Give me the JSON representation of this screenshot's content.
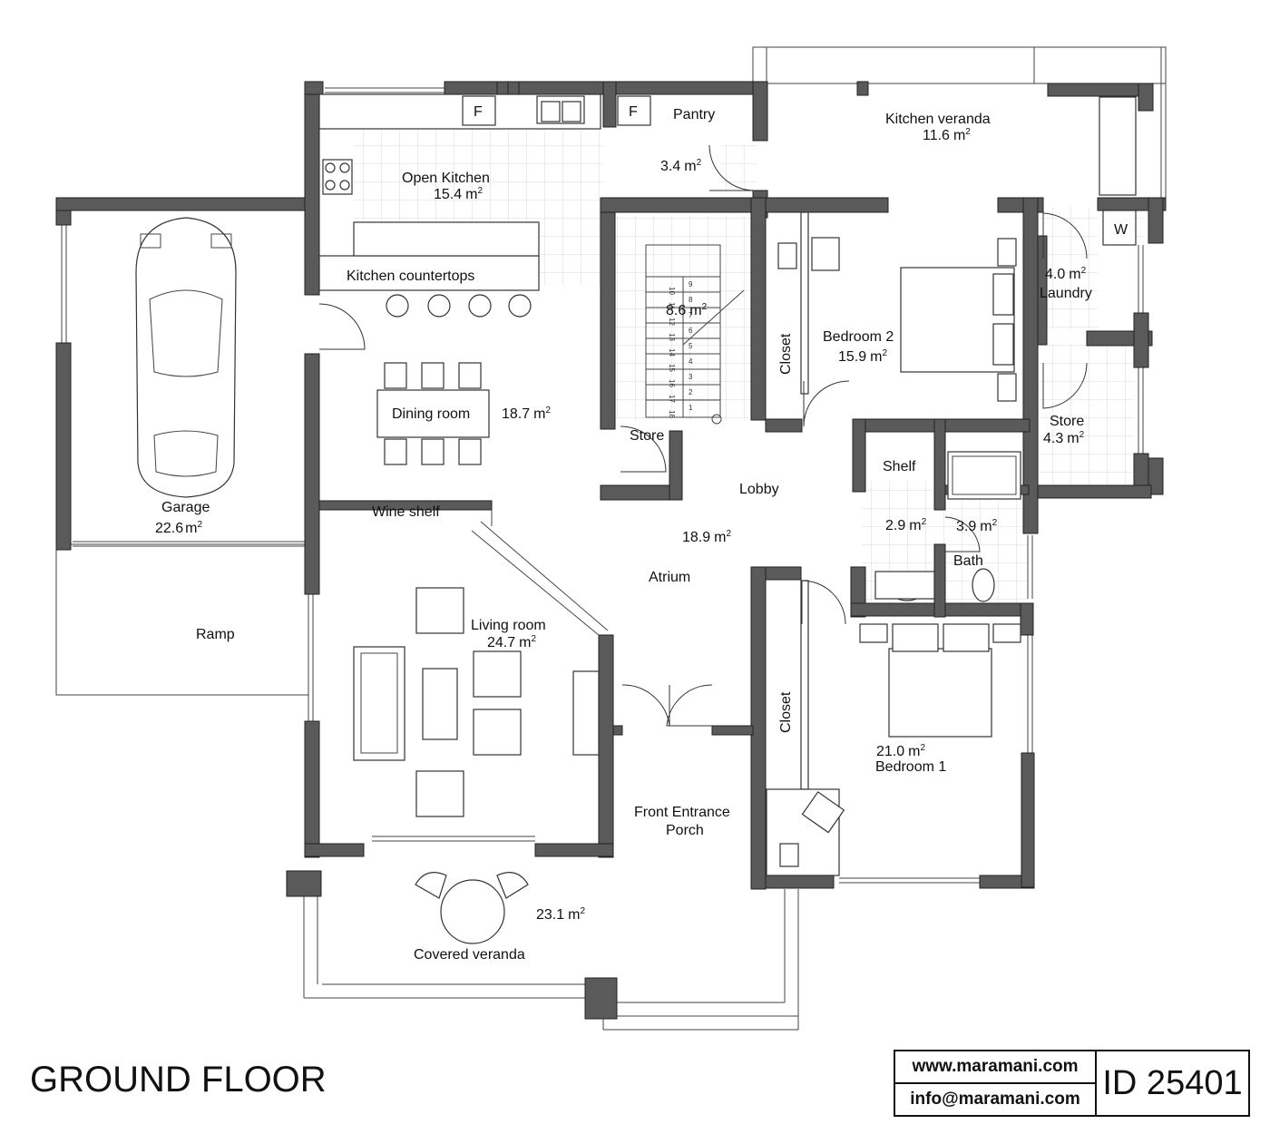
{
  "plan_title": "GROUND FLOOR",
  "branding": {
    "website": "www.maramani.com",
    "email": "info@maramani.com",
    "plan_id": "ID 25401"
  },
  "rooms": {
    "garage": {
      "name": "Garage",
      "area": "22.6"
    },
    "ramp": {
      "name": "Ramp"
    },
    "open_kitchen": {
      "name": "Open Kitchen",
      "area": "15.4"
    },
    "kitchen_countertops": {
      "name": "Kitchen countertops"
    },
    "pantry": {
      "name": "Pantry",
      "area": "3.4"
    },
    "kitchen_veranda": {
      "name": "Kitchen veranda",
      "area": "11.6"
    },
    "stair": {
      "area": "8.6"
    },
    "dining_room": {
      "name": "Dining room",
      "area": "18.7"
    },
    "store_small": {
      "name": "Store"
    },
    "bedroom2": {
      "name": "Bedroom 2",
      "area": "15.9"
    },
    "closet2": {
      "name": "Closet"
    },
    "laundry": {
      "name": "Laundry",
      "area": "4.0"
    },
    "store_right": {
      "name": "Store",
      "area": "4.3"
    },
    "lobby": {
      "name": "Lobby",
      "area": "18.9"
    },
    "atrium": {
      "name": "Atrium"
    },
    "wine_shelf": {
      "name": "Wine shelf"
    },
    "shelf": {
      "name": "Shelf",
      "area": "2.9"
    },
    "bath": {
      "name": "Bath",
      "area": "3.9"
    },
    "living_room": {
      "name": "Living room",
      "area": "24.7"
    },
    "closet1": {
      "name": "Closet"
    },
    "bedroom1": {
      "name": "Bedroom 1",
      "area": "21.0"
    },
    "porch": {
      "line1": "Front Entrance",
      "line2": "Porch"
    },
    "covered_veranda": {
      "name": "Covered veranda",
      "area": "23.1"
    }
  },
  "fridge_labels": [
    "F",
    "F"
  ],
  "washer_label": "W",
  "unit_base": "m",
  "unit_exp": "2",
  "stair_steps_left": [
    "10",
    "11",
    "12",
    "13",
    "14",
    "15",
    "16",
    "17",
    "18"
  ],
  "stair_steps_right": [
    "9",
    "8",
    "7",
    "6",
    "5",
    "4",
    "3",
    "2",
    "1"
  ],
  "colors": {
    "wall": "#5a5a5a",
    "tile_grid": "#c9c9c9",
    "line": "#333333"
  }
}
